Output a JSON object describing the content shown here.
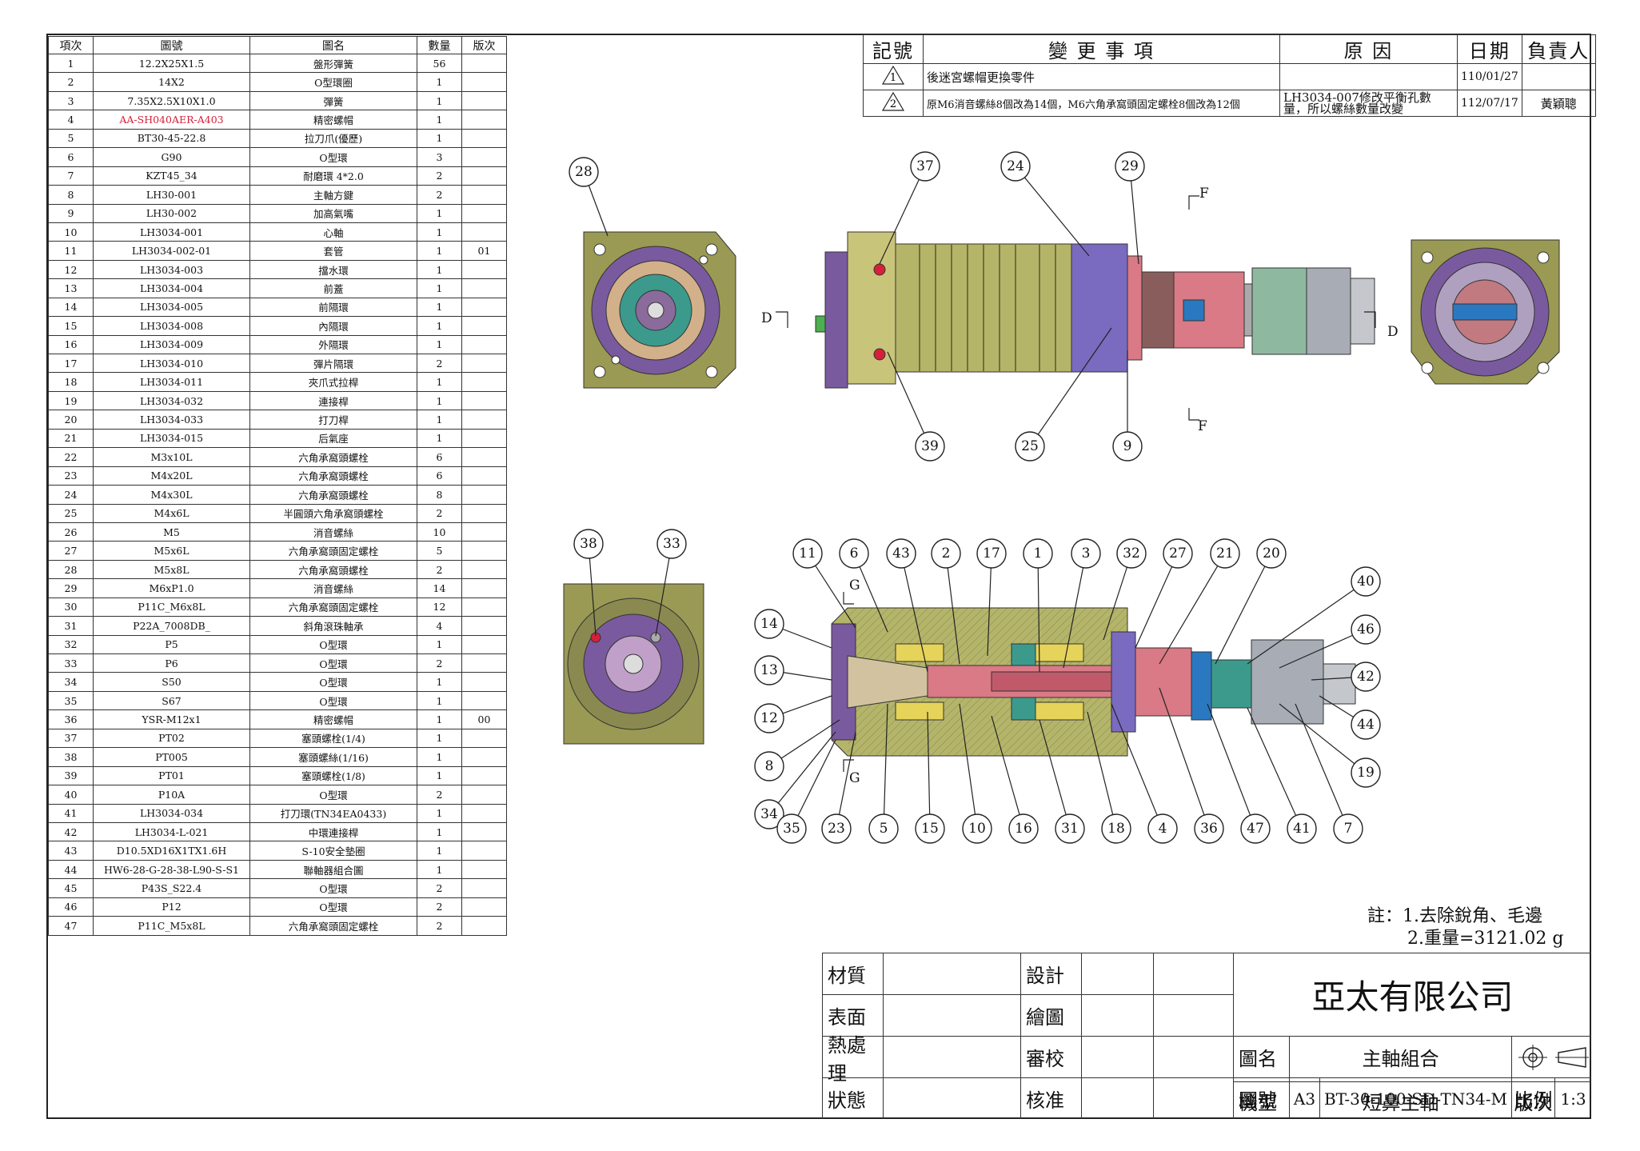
{
  "bom": {
    "headers": [
      "項次",
      "圖號",
      "圖名",
      "數量",
      "版次"
    ],
    "rows": [
      [
        "1",
        "12.2X25X1.5",
        "盤形彈簧",
        "56",
        ""
      ],
      [
        "2",
        "14X2",
        "O型環圈",
        "1",
        ""
      ],
      [
        "3",
        "7.35X2.5X10X1.0",
        "彈簧",
        "1",
        ""
      ],
      [
        "4",
        "AA-SH040AER-A403",
        "精密螺帽",
        "1",
        ""
      ],
      [
        "5",
        "BT30-45-22.8",
        "拉刀爪(優歷)",
        "1",
        ""
      ],
      [
        "6",
        "G90",
        "O型環",
        "3",
        ""
      ],
      [
        "7",
        "KZT45_34",
        "耐磨環 4*2.0",
        "2",
        ""
      ],
      [
        "8",
        "LH30-001",
        "主軸方鍵",
        "2",
        ""
      ],
      [
        "9",
        "LH30-002",
        "加高氣嘴",
        "1",
        ""
      ],
      [
        "10",
        "LH3034-001",
        "心軸",
        "1",
        ""
      ],
      [
        "11",
        "LH3034-002-01",
        "套管",
        "1",
        "01"
      ],
      [
        "12",
        "LH3034-003",
        "擋水環",
        "1",
        ""
      ],
      [
        "13",
        "LH3034-004",
        "前蓋",
        "1",
        ""
      ],
      [
        "14",
        "LH3034-005",
        "前隔環",
        "1",
        ""
      ],
      [
        "15",
        "LH3034-008",
        "內隔環",
        "1",
        ""
      ],
      [
        "16",
        "LH3034-009",
        "外隔環",
        "1",
        ""
      ],
      [
        "17",
        "LH3034-010",
        "彈片隔環",
        "2",
        ""
      ],
      [
        "18",
        "LH3034-011",
        "夾爪式拉桿",
        "1",
        ""
      ],
      [
        "19",
        "LH3034-032",
        "連接桿",
        "1",
        ""
      ],
      [
        "20",
        "LH3034-033",
        "打刀桿",
        "1",
        ""
      ],
      [
        "21",
        "LH3034-015",
        "后氣座",
        "1",
        ""
      ],
      [
        "22",
        "M3x10L",
        "六角承窩頭螺栓",
        "6",
        ""
      ],
      [
        "23",
        "M4x20L",
        "六角承窩頭螺栓",
        "6",
        ""
      ],
      [
        "24",
        "M4x30L",
        "六角承窩頭螺栓",
        "8",
        ""
      ],
      [
        "25",
        "M4x6L",
        "半圓頭六角承窩頭螺栓",
        "2",
        ""
      ],
      [
        "26",
        "M5",
        "消音螺絲",
        "10",
        ""
      ],
      [
        "27",
        "M5x6L",
        "六角承窩頭固定螺栓",
        "5",
        ""
      ],
      [
        "28",
        "M5x8L",
        "六角承窩頭螺栓",
        "2",
        ""
      ],
      [
        "29",
        "M6xP1.0",
        "消音螺絲",
        "14",
        ""
      ],
      [
        "30",
        "P11C_M6x8L",
        "六角承窩頭固定螺栓",
        "12",
        ""
      ],
      [
        "31",
        "P22A_7008DB_",
        "斜角滾珠軸承",
        "4",
        ""
      ],
      [
        "32",
        "P5",
        "O型環",
        "1",
        ""
      ],
      [
        "33",
        "P6",
        "O型環",
        "2",
        ""
      ],
      [
        "34",
        "S50",
        "O型環",
        "1",
        ""
      ],
      [
        "35",
        "S67",
        "O型環",
        "1",
        ""
      ],
      [
        "36",
        "YSR-M12x1",
        "精密螺帽",
        "1",
        "00"
      ],
      [
        "37",
        "PT02",
        "塞頭螺栓(1/4)",
        "1",
        ""
      ],
      [
        "38",
        "PT005",
        "塞頭螺絲(1/16)",
        "1",
        ""
      ],
      [
        "39",
        "PT01",
        "塞頭螺栓(1/8)",
        "1",
        ""
      ],
      [
        "40",
        "P10A",
        "O型環",
        "2",
        ""
      ],
      [
        "41",
        "LH3034-034",
        "打刀環(TN34EA0433)",
        "1",
        ""
      ],
      [
        "42",
        "LH3034-L-021",
        "中環連接桿",
        "1",
        ""
      ],
      [
        "43",
        "D10.5XD16X1TX1.6H",
        "S-10安全墊圈",
        "1",
        ""
      ],
      [
        "44",
        "HW6-28-G-28-38-L90-S-S1",
        "聯軸器組合圖",
        "1",
        ""
      ],
      [
        "45",
        "P43S_S22.4",
        "O型環",
        "2",
        ""
      ],
      [
        "46",
        "P12",
        "O型環",
        "2",
        ""
      ],
      [
        "47",
        "P11C_M5x8L",
        "六角承窩頭固定螺栓",
        "2",
        ""
      ]
    ]
  },
  "revision": {
    "headers": [
      "記號",
      "變 更 事 項",
      "原 因",
      "日期",
      "負責人"
    ],
    "rows": [
      {
        "mark": "1",
        "change": "後迷宮螺帽更換零件",
        "reason": "",
        "date": "110/01/27",
        "owner": ""
      },
      {
        "mark": "2",
        "change": "原M6消音螺絲8個改為14個，M6六角承窩頭固定螺栓8個改為12個",
        "reason": "LH3034-007修改平衡孔數量，所以螺絲數量改變",
        "date": "112/07/17",
        "owner": "黃穎聰"
      }
    ]
  },
  "balloons_top": [
    "28",
    "37",
    "24",
    "29",
    "39",
    "25",
    "9"
  ],
  "balloons_bottom_left": [
    "38",
    "33"
  ],
  "balloons_section_top": [
    "11",
    "6",
    "43",
    "2",
    "17",
    "1",
    "3",
    "32",
    "27",
    "21",
    "20"
  ],
  "balloons_section_left": [
    "14",
    "13",
    "12",
    "8",
    "34"
  ],
  "balloons_section_right": [
    "40",
    "46",
    "42",
    "44",
    "19"
  ],
  "balloons_section_bottom": [
    "35",
    "23",
    "5",
    "15",
    "10",
    "16",
    "31",
    "18",
    "4",
    "36",
    "47",
    "41",
    "7"
  ],
  "section_marks": {
    "d": "D",
    "f": "F",
    "g": "G"
  },
  "notes": {
    "line1": "註：1.去除銳角、毛邊",
    "line2": "2.重量=3121.02 g"
  },
  "title_block": {
    "material_label": "材質",
    "surface_label": "表面",
    "heat_label": "熱處理",
    "status_label": "狀態",
    "design_label": "設計",
    "draw_label": "繪圖",
    "check_label": "審校",
    "approve_label": "核准",
    "company": "亞太有限公司",
    "name_label": "圖名",
    "name_value": "主軸組合",
    "number_label": "圖號",
    "sheet_size": "A3",
    "number_value": "BT-30-100-SD-TN34-M",
    "scale_label": "比例",
    "scale_value": "1:3",
    "model_label": "機型",
    "model_value": "短鼻主軸",
    "version_label": "版次"
  },
  "colors": {
    "olive": "#9a9a55",
    "olive_dark": "#6f6f3c",
    "purple": "#7a5a9e",
    "pink": "#d97a86",
    "teal": "#3c9a8c",
    "blue": "#2a78c0",
    "gray": "#a7acb5",
    "yellow": "#e6d35a",
    "red_accent": "#d6203a"
  }
}
